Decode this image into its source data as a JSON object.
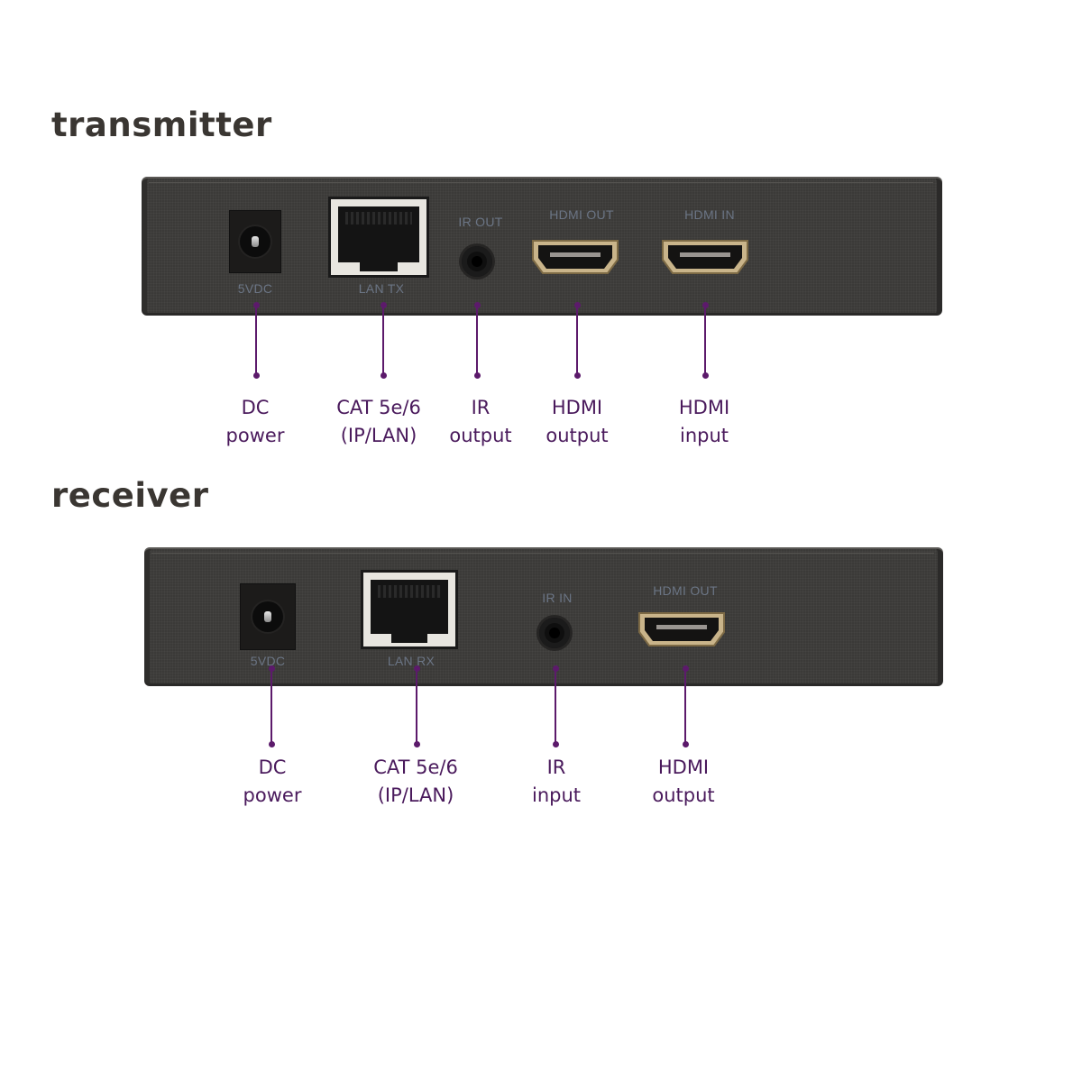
{
  "colors": {
    "title_text": "#3a3632",
    "callout_text": "#4a1a5c",
    "callout_line": "#5c1a6b",
    "device_body": "#3b3a38",
    "silkscreen": "#6b7585"
  },
  "transmitter": {
    "title": "transmitter",
    "silkscreen": {
      "dc": "5VDC",
      "lan": "LAN TX",
      "ir": "IR OUT",
      "hdmi_out": "HDMI OUT",
      "hdmi_in": "HDMI IN"
    },
    "callouts": [
      {
        "line1": "DC",
        "line2": "power"
      },
      {
        "line1": "CAT 5e/6",
        "line2": "(IP/LAN)"
      },
      {
        "line1": "IR",
        "line2": "output"
      },
      {
        "line1": "HDMI",
        "line2": "output"
      },
      {
        "line1": "HDMI",
        "line2": "input"
      }
    ]
  },
  "receiver": {
    "title": "receiver",
    "silkscreen": {
      "dc": "5VDC",
      "lan": "LAN RX",
      "ir": "IR IN",
      "hdmi_out": "HDMI OUT"
    },
    "callouts": [
      {
        "line1": "DC",
        "line2": "power"
      },
      {
        "line1": "CAT 5e/6",
        "line2": "(IP/LAN)"
      },
      {
        "line1": "IR",
        "line2": "input"
      },
      {
        "line1": "HDMI",
        "line2": "output"
      }
    ]
  }
}
